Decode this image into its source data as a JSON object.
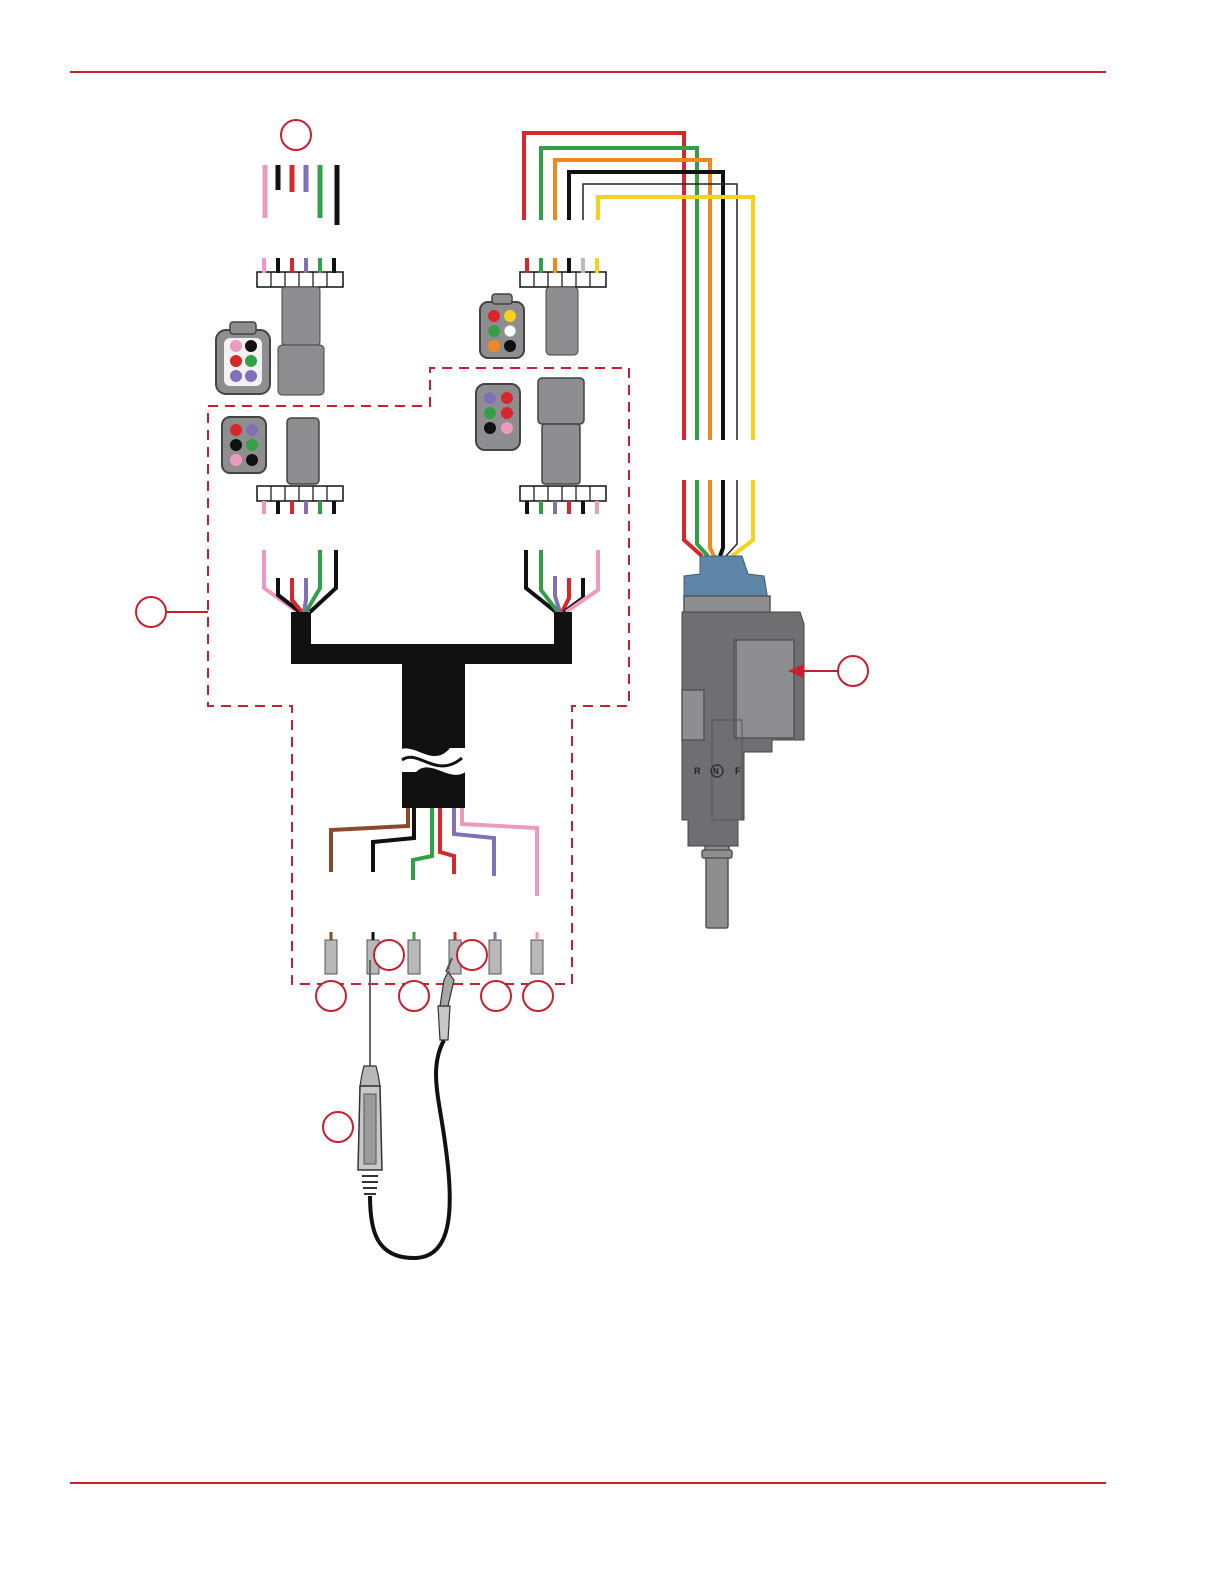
{
  "colors": {
    "accent": "#c8202f",
    "red": "#d8262c",
    "green": "#33a048",
    "orange": "#f2871f",
    "black": "#111111",
    "white": "#ffffff",
    "yellow": "#f7d21a",
    "pink": "#ec9bbf",
    "purple": "#7f70b8",
    "tan": "#8a4a2a",
    "connector": "#8e8e90",
    "connector_dark": "#6f6f72",
    "actuator_blue": "#5f86a8"
  },
  "callouts": [
    {
      "id": "callout-top-harness",
      "label": ""
    },
    {
      "id": "callout-adapter-harness",
      "label": ""
    },
    {
      "id": "callout-actuator",
      "label": ""
    },
    {
      "id": "callout-pin-1",
      "label": ""
    },
    {
      "id": "callout-pin-2",
      "label": ""
    },
    {
      "id": "callout-pin-3",
      "label": ""
    },
    {
      "id": "callout-pin-4",
      "label": ""
    },
    {
      "id": "callout-pin-5",
      "label": ""
    },
    {
      "id": "callout-pin-6",
      "label": ""
    },
    {
      "id": "callout-test-light",
      "label": ""
    }
  ],
  "actuator": {
    "marking_left": "R",
    "marking_center": "N",
    "marking_right": "F"
  },
  "icons": {
    "harness": "wiring-harness-icon",
    "actuator": "shift-actuator-icon",
    "test_light": "test-light-probe-icon"
  }
}
